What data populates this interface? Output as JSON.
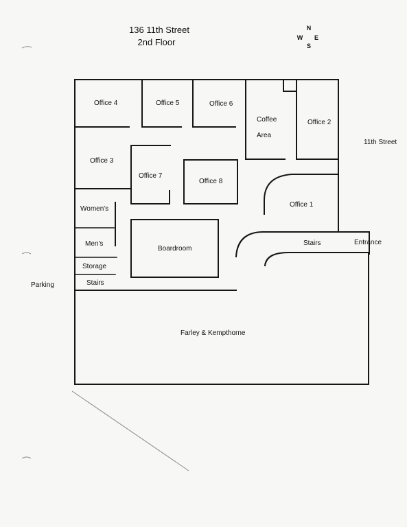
{
  "title": {
    "address": "136 11th Street",
    "floor": "2nd Floor"
  },
  "compass": {
    "north": "N",
    "east": "E",
    "south": "S",
    "west": "W"
  },
  "rooms": {
    "office_4": "Office 4",
    "office_5": "Office 5",
    "office_6": "Office 6",
    "coffee_area_line1": "Coffee",
    "coffee_area_line2": "Area",
    "office_2": "Office 2",
    "office_3": "Office 3",
    "office_7": "Office 7",
    "office_8": "Office 8",
    "office_1": "Office 1",
    "womens": "Women's",
    "mens": "Men's",
    "boardroom": "Boardroom",
    "storage": "Storage",
    "stairs_left": "Stairs",
    "stairs_right": "Stairs",
    "entrance": "Entrance",
    "farley": "Farley & Kempthorne"
  },
  "outside": {
    "street": "11th Street",
    "parking": "Parking"
  }
}
